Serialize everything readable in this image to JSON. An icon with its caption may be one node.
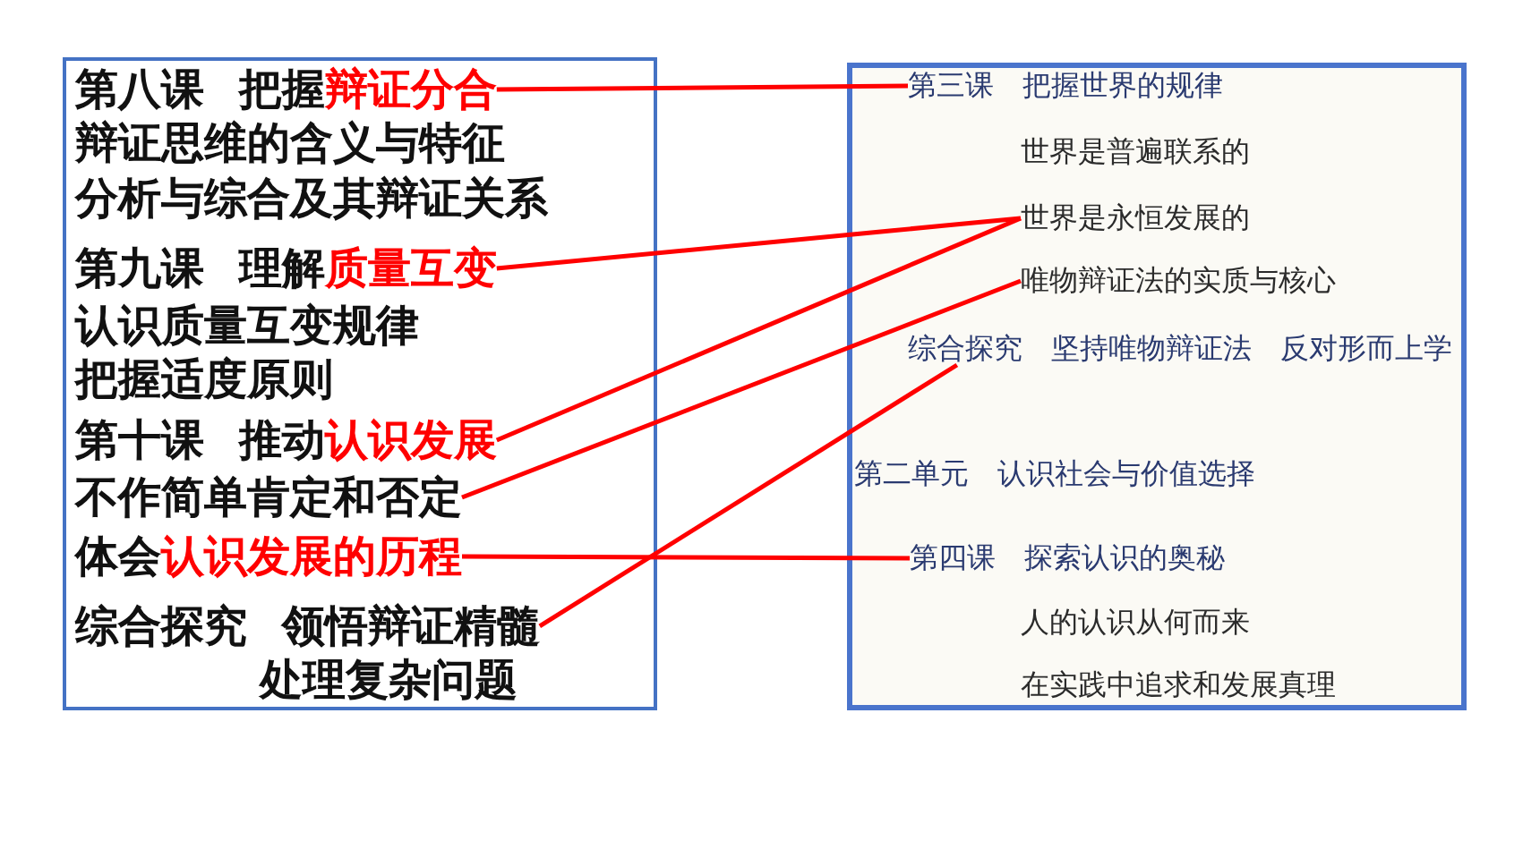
{
  "diagram": {
    "nodes": [
      {
        "text": [],
        "shape": "box"
      },
      {
        "text": [
          "第八课 把握**辩证分合**"
        ],
        "in": 0
      },
      {
        "text": [
          "辩证思维的含义与特征"
        ],
        "in": 0
      },
      {
        "text": [
          "分析与综合及其辩证关系"
        ],
        "in": 0
      },
      {
        "text": [
          "第九课 理解**质量互变**"
        ],
        "in": 0
      },
      {
        "text": [
          "认识质量互变规律"
        ],
        "in": 0
      },
      {
        "text": [
          "把握适度原则"
        ],
        "in": 0
      },
      {
        "text": [
          "第十课 推动**认识发展**"
        ],
        "in": 0
      },
      {
        "text": [
          "不作简单肯定和否定"
        ],
        "in": 0
      },
      {
        "text": [
          "体会**认识发展的历程**"
        ],
        "in": 0
      },
      {
        "text": [
          "综合探究 领悟辩证精髓",
          "处理复杂问题"
        ],
        "in": 0
      },
      {
        "text": [],
        "shape": "box"
      },
      {
        "text": [
          "第三课 把握世界的规律"
        ],
        "in": 11
      },
      {
        "text": [
          "世界是普遍联系的"
        ],
        "in": 11
      },
      {
        "text": [
          "世界是永恒发展的"
        ],
        "in": 11
      },
      {
        "text": [
          "唯物辩证法的实质与核心"
        ],
        "in": 11
      },
      {
        "text": [
          "综合探究 坚持唯物辩证法 反对形而上学"
        ],
        "in": 11
      },
      {
        "text": [
          "第二单元 认识社会与价值选择"
        ],
        "in": 11
      },
      {
        "text": [
          "第四课 探索认识的奥秘"
        ],
        "in": 11
      },
      {
        "text": [
          "人的认识从何而来"
        ],
        "in": 11
      },
      {
        "text": [
          "在实践中追求和发展真理"
        ],
        "in": 11
      }
    ],
    "edges": [
      {
        "from": 1,
        "to": 12,
        "arrow": "none"
      },
      {
        "from": 4,
        "to": 14,
        "arrow": "none"
      },
      {
        "from": 7,
        "to": 14,
        "arrow": "none"
      },
      {
        "from": 8,
        "to": 15,
        "arrow": "none"
      },
      {
        "from": 9,
        "to": 18,
        "arrow": "none"
      },
      {
        "from": 10,
        "to": 16,
        "arrow": "none"
      }
    ]
  }
}
